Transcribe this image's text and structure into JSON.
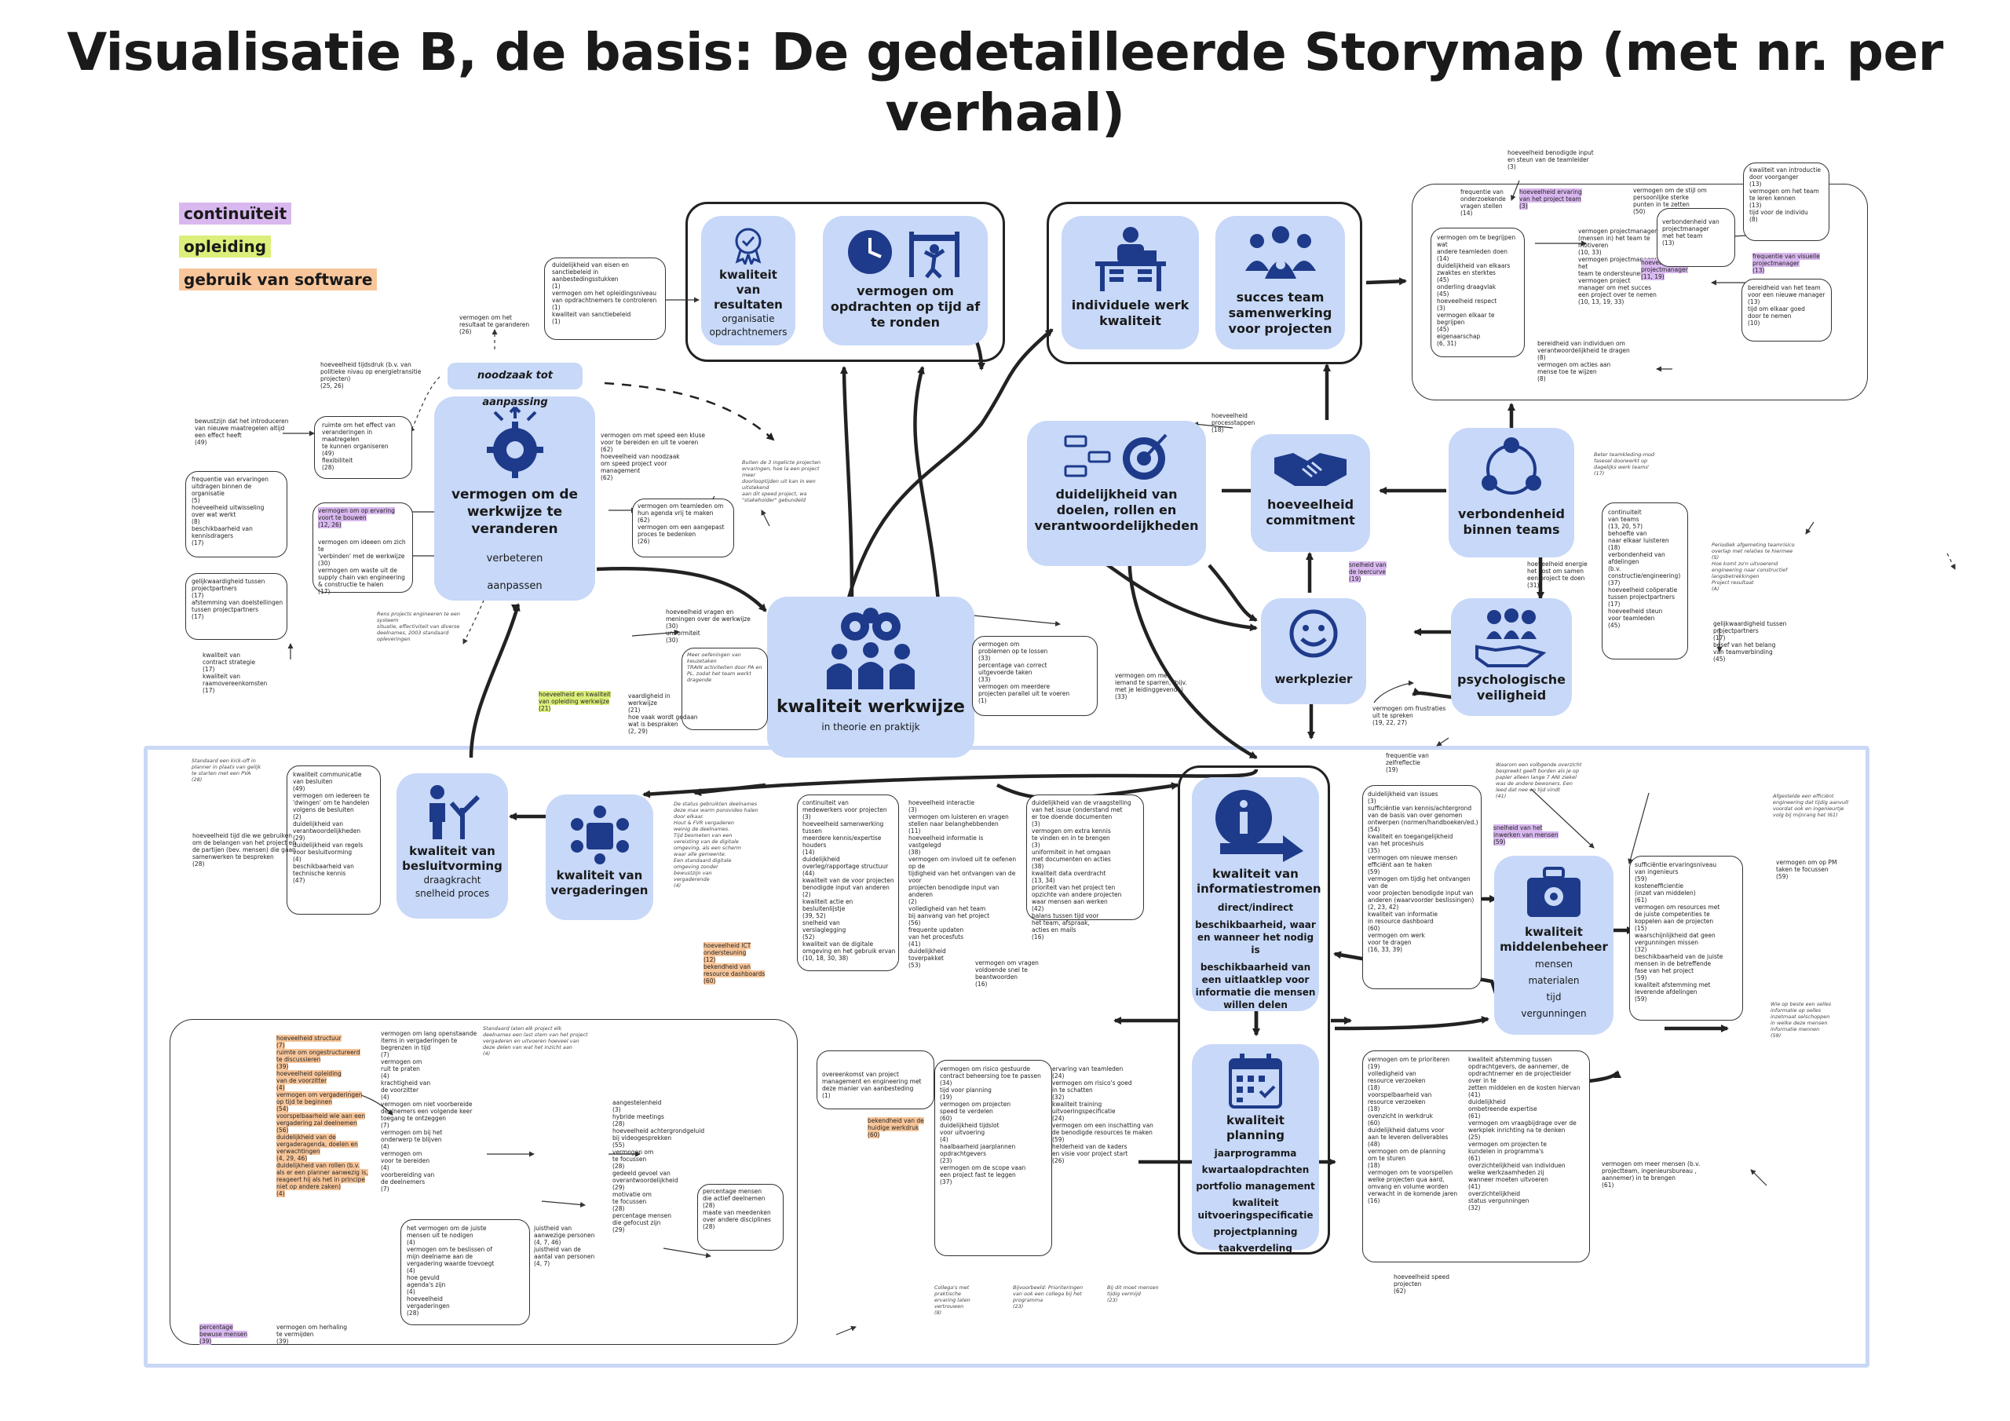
{
  "title": "Visualisatie B, de basis: De gedetailleerde Storymap (met nr. per verhaal)",
  "legend": [
    "continuïteit",
    "opleiding",
    "gebruik van software"
  ],
  "colors": {
    "hub": "#c7d8f8",
    "icon": "#1e3a8a",
    "continuiteit": "#d9b8ef",
    "opleiding": "#dcef7a",
    "software": "#f8c69a",
    "panel": "#c9d8f5"
  },
  "hubs": {
    "resultaten": {
      "title": "kwaliteit van resultaten",
      "sub": [
        "organisatie",
        "opdrachtnemers"
      ]
    },
    "optijd": {
      "title": "vermogen om opdrachten op tijd af te ronden"
    },
    "individueel": {
      "title": "individuele werk kwaliteit"
    },
    "teamsucces": {
      "title": "succes team samenwerking voor projecten"
    },
    "veranderen": {
      "title": "vermogen om de werkwijze te veranderen",
      "sub": [
        "verbeteren",
        "aanpassen"
      ]
    },
    "doelen": {
      "title": "duidelijkheid van doelen, rollen en verantwoordelijkheden"
    },
    "commitment": {
      "title": "hoeveelheid commitment"
    },
    "verbondenheid": {
      "title": "verbondenheid binnen teams"
    },
    "werkplezier": {
      "title": "werkplezier"
    },
    "veiligheid": {
      "title": "psychologische veiligheid"
    },
    "werkwijze": {
      "title": "kwaliteit werkwijze",
      "sub": [
        "in theorie en praktijk"
      ]
    },
    "besluit": {
      "title": "kwaliteit van besluitvorming",
      "sub": [
        "draagkracht",
        "snelheid proces"
      ]
    },
    "vergaderingen": {
      "title": "kwaliteit van vergaderingen"
    },
    "info": {
      "title": "kwaliteit van informatiestromen",
      "sub": [
        "direct/indirect",
        "beschikbaarheid, waar en wanneer het nodig is",
        "beschikbaarheid van een uitlaatklep voor informatie die mensen willen delen"
      ]
    },
    "middelen": {
      "title": "kwaliteit middelenbeheer",
      "sub": [
        "mensen",
        "materialen",
        "tijd",
        "vergunningen"
      ]
    },
    "planning": {
      "title": "kwaliteit planning",
      "sub": [
        "jaarprogramma",
        "kwartaalopdrachten",
        "portfolio management",
        "kwaliteit uitvoeringspecificatie",
        "projectplanning",
        "taakverdeling"
      ]
    }
  },
  "notes": {
    "noodzaak": "noodzaak tot aanpassing",
    "resultaatGaranderen": "vermogen om het\nresultaat te garanderen\n(26)",
    "tijdsdruk": "hoeveelheid tijdsdruk (b.v. van\npolitieke nivau op energietransitie\nprojecten)\n(25, 26)",
    "sanctie": "duidelijkheid van eisen en\nsanctiebeleid in aanbestedingsstukken\n(1)\nvermogen om het opleidingsniveau\nvan opdrachtnemers te controleren\n(1)\nkwaliteit van sanctiebeleid\n(1)",
    "bewustzijn": "bewustzijn dat het introduceren\nvan nieuwe maatregelen altijd\neen effect heeft\n(49)",
    "ruimte": "ruimte om het effect van\nveranderingen in maatregelen\nte kunnen organiseren\n(49)\nflexibiliteit\n(28)",
    "frequentie": "frequentie van ervaringen\nuitdragen binnen de organisatie\n(5)\nhoeveelheid uitwisseling\nover wat werkt\n(8)\nbeschikbaarheid van\nkennisdragers\n(17)",
    "gelijkwaardig": "gelijkwaardigheid tussen\nprojectpartners\n(17)\nafstemming van doelstellingen\ntussen projectpartners\n(17)",
    "contract": "kwaliteit van\ncontract strategie\n(17)\nkwaliteit van\nraamovereenkomsten\n(17)",
    "ervaringBouwen": "vermogen om op ervaring\nvoort te bouwen\n(12, 26)",
    "ideeen": "vermogen om ideeen om zich te\n'verbinden' met de werkwijze\n(30)\nvermogen om waste uit de\nsupply chain van engineering\n& constructie te halen\n(17)",
    "speed": "vermogen om met speed een kluse\nvoor te bereiden en uit te voeren\n(62)\nhoeveelheid van noodzaak\nom speed project voor\nmanagement\n(62)",
    "teamleden": "vermogen om teamleden om\nhun agenda vrij te maken\n(62)\nvermogen om een aangepast\nproces te bedenken\n(26)",
    "vragen": "hoeveelheid vragen en\nmeningen over de werkwijze\n(30)\nuniformiteit\n(30)",
    "vaardigheid": "vaardigheid in\nwerkwijze\n(21)\nhoe vaak wordt gedaan\nwat is bespraken\n(2, 29)",
    "opleidingWerkwijze": "hoeveelheid en kwaliteit\nvan opleiding werkwijze\n(21)",
    "problemen": "vermogen om\nproblemen op te lossen\n(33)\npercentage van correct\nuitgevoerde taken\n(33)\nvermogen om meerdere\nprojecten parallel uit te voeren\n(1)",
    "leiding": "vermogen om met\niemand te sparren, (bijv.\nmet je leidinggevende)\n(33)",
    "processtappen": "hoeveelheid\nprocesstappen\n(18)",
    "leerruimte": "snelheid van\nde leercurve\n(19)",
    "frustraties": "vermogen om frustraties\nuit te spreken\n(19, 22, 27)",
    "zelfreflectie": "frequentie van\nzelfreflectie\n(19)",
    "teamTop": "frequentie van\nonderzoekende\nvragen stellen\n(14)",
    "teamTopB": "hoeveelheid benodigde input\nen steun van de teamleider\n(3)",
    "projectteam": "hoeveelheid ervaring\nvan het project team\n(3)",
    "stijl": "vermogen om de stijl om\npersoonlijke sterke\npunten in te zetten\n(50)",
    "begrijpen": "vermogen om te begrijpen wat\nandere teamleden doen\n(14)\nduidelijkheid van elkaars\nzwaktes en sterktes\n(45)\nonderling draagvlak\n(45)\nhoeveelheid respect\n(3)\nvermogen elkaar te begrijpen\n(45)\neigenaarschap\n(6, 31)",
    "motiveren": "vermogen projectmanager om\n(mensen in) het team te motiveren\n(10, 33)\nvermogen projectmanager om het\nteam te ondersteunen\nvermogen project\nmanager om met succes\neen project over te nemen\n(10, 13, 19, 33)",
    "pmErvaring": "hoeveelheid ervaring\nprojectmanager\n(11, 19)",
    "verbondenheidPM": "verbondenheid van\nprojectmanager\nmet het team\n(13)",
    "verantwoordelijk": "bereidheid van individuen om\nverantwoordelijkheid te dragen\n(8)\nvermogen om acties aan\nmense toe te wijzen\n(8)",
    "introductie": "kwaliteit van introductie\ndoor voorganger\n(13)\nvermogen om het team\nte leren kennen\n(13)\ntijd voor de individu\n(8)",
    "visuele": "frequentie van visuelle\nprojectmanager\n(13)",
    "bereidheid": "bereidheid van het team\nvoor een nieuwe manager\n(13)\ntijd om elkaar goed\ndoor te nemen\n(10)",
    "continuteams": "continuiteit\nvan teams\n(13, 20, 57)\nbehoefte van\nnaar elkaar luisteren\n(18)\nverbondenheid van afdelingen\n(b.v. constructie/engineering)\n(37)\nhoeveelheid coöperatie\ntussen projectpartners\n(17)\nhoeveelheid steun\nvoor teamleden\n(45)",
    "energie": "hoeveelheid energie\nhet kost om samen\neen project te doen\n(31)",
    "gelijkwaardig2": "gelijkwaardigheid tussen\nprojectpartners\n(17)\nbesef van het belang\nvan teamverbinding\n(45)",
    "besluitNote": "kwaliteit communicatie\nvan besluiten\n(49)\nvermogen om iedereen te\n'dwingen' om te handelen\nvolgens de besluiten\n(2)\nduidelijkheid van\nverantwoordelijkheden\n(29)\nduidelijkheid van regels\nvoor besluitvorming\n(4)\nbeschikbaarheid van\ntechnische kennis\n(47)",
    "omgeving": "hoeveelheid tijd die we gebruiken\nom de belangen van het project en\nde partijen (bev. mensen) die gaan\nsamenwerken te bespreken\n(28)",
    "middenA": "continuiteit van\nmedewerkers voor projecten\n(3)\nhoeveelheid samenwerking tussen\nmeerdere kennis/expertise houders\n(14)\nduidelijkheid\noverleg/rapportage structuur\n(44)\nkwaliteit van de voor projecten\nbenodigde input van anderen\n(2)\nkwaliteit actie en besluitenlijstje\n(39, 52)\nsnelheid van\nverslaglegging\n(52)\nkwaliteit van de digitale\nomgeving en het gebruik ervan\n(10, 18, 30, 38)",
    "middenB": "hoeveelheid interactie\n(3)\nvermogen om luisteren en vragen\nstellen naar belanghebbenden\n(11)\nhoeveelheid informatie is\nvastgelegd\n(38)\nvermogen om invloed uit te oefenen op de\ntijdigheid van het ontvangen van de voor\nprojecten benodigde input van anderen\n(2)\nvolledigheid van het team\nbij aanvang van het project\n(56)\nfrequente updaten\nvan het procesfuts\n(41)\nduidelijkheid\ntoverpakket\n(53)",
    "middenC": "duidelijkheid van de vraagstelling\nvan het issue (onderstand met\ner toe doende documenten\n(3)\nvermogen om extra kennis\nte vinden en in te brengen\n(3)\nuniformiteit in het omgaan\nmet documenten en acties\n(38)\nkwaliteit data overdracht\n(13, 34)\nprioriteit van het project ten\nopzichte van andere projecten\nwaar mensen aan werken\n(42)\nbalans tussen tijd voor\nhet team, afspraak,\nacties en mails\n(16)",
    "vergaderOpdracht": "vermogen om vragen\nvoldoende snel te\nbeantwoorden\n(16)",
    "ict": "hoeveelheid ICT\nondersteuning\n(12)\nbekendheid van\nresource dashboards\n(60)",
    "issues": "duidelijkheid van issues\n(3)\nsufficiëntie van kennis/achtergrond\nvan de basis van over genomen\nontwerpen (normen/handboeken/ed.)\n(54)\nkwaliteit en toegangelijkheid\nvan het proceshuis\n(35)\nvermogen om nieuwe mensen\nefficiënt aan te haken\n(59)\nvermogen om tijdig het ontvangen van de\nvoor projecten benodigde input van\nanderen (waarvoorder beslissingen)\n(2, 23, 42)\nkwaliteit van informatie\nin resource dashboard\n(60)\nvermogen om werk\nvoor te dragen\n(16, 33, 39)",
    "nieuweMensen": "snelheid van het\ninwerken van mensen\n(59)",
    "ervaring": "sufficiëntie ervaringsniveau\nvan ingenieurs\n(59)\nkostenefficientie\n(inzet van middelen)\n(61)\nvermogen om resources met\nde juiste competenties te\nkoppelen aan de projecten\n(15)\nwaarschijnlijkheid dat geen\nvergunningen missen\n(32)\nbeschikbaarheid van de juiste\nmensen in de betreffende\nfase van het project\n(59)\nkwaliteit afstemming met\nleverende afdelingen\n(59)",
    "pmTaken": "vermogen om op PM\ntaken te focussen\n(59)",
    "vergaderLinks": "hoeveelheid structuur\n(7)\nruimte om ongestructureerd\nte discussieren\n(39)\nhoeveelheid opleiding\nvan de voorzitter\n(4)\nvermogen om vergaderingen\nop tijd te beginnen\n(54)\nvoorspelbaarheid wie aan een\nvergadering zal deelnemen\n(56)\nduidelijkheid van de\nvergaderagenda, doelen en\nverwachtingen\n(4, 29, 46)\nduidelijkheid van rollen (b.v.\nals er een planner aanwezig is,\nreageert hij als het in principe\nniet op andere zaken)\n(4)",
    "vergaderMidden": "vermogen om lang openstaande\nitems in vergaderingen te\nbegrenzen in tijd\n(7)\nvermogen om\nruit te praten\n(4)\nkrachtigheid van\nde voorzitter\n(4)\nvermogen om niet voorbereide\ndeelnemers een volgende keer\ntoegang te ontzeggen\n(7)\nvermogen om bij het\nonderwerp te blijven\n(4)\nvermogen om\nvoor te bereiden\n(4)\nvoorbereiding van\nde deelnemers\n(7)",
    "vergaderRechts": "aangestelenheid\n(3)\nhybride meetings\n(28)\nhoeveelheid achtergrondgeluid\nbij videogesprekken\n(55)\nvermogen om\nte focussen\n(28)\ngedeeld gevoel van\noverantwoordelijkheid\n(29)\nmotivatie om\nte focussen\n(28)\npercentage mensen\ndie gefocust zijn\n(29)",
    "vergaderAanwezig": "percentage mensen\ndie actief deelnemen\n(28)\nmaate van meedenken\nover andere disciplines\n(28)",
    "juisteMensen": "het vermogen om de juiste\nmensen uit te nodigen\n(4)\nvermogen om te beslissen of\nmijn deelname aan de\nvergadering waarde toevoegt\n(4)\nhoe gevuld\nagenda's zijn\n(4)\nhoeveelheid\nvergaderingen\n(28)",
    "juistheid": "juistheid van\naanwezige personen\n(4, 7, 46)\njuistheid van de\naantal van personen\n(4, 7)",
    "percentageBewust": "percentage\nbewuse mensen\n(39)",
    "vergaderHerhaling": "vermogen om herhaling\nte vermijden\n(39)",
    "planningNote": "vermogen om risico gestuurde\ncontract beheersing toe te passen\n(34)\ntijd voor planning\n(19)\nvermogen om projecten\nspeed te verdelen\n(60)\nduidelijkheid tijdslot\nvoor uitvoering\n(4)\nhaalbaarheid jaarplannen\nopdrachtgevers\n(23)\nvermogen om de scope vaan\neen project fast te leggen\n(37)",
    "planningNoteB": "ervaring van teamleden\n(24)\nvermogen om risico's goed\nin te schatten\n(32)\nkwaliteit training\nuitvoeringspecificatie\n(24)\nvermogen om een inschatting van\nde benodigde resources te maken\n(59)\nhelderheid van de kaders\nen visie voor project start\n(26)",
    "managementRisico": "overeenkomst van project\nmanagement en engineering met\ndeze manier van aanbesteding\n(1)",
    "huidigeWerkdruk": "bekendheid van de\nhuidige werkdruk\n(60)",
    "planRechts": "vermogen om te prioriteren\n(19)\nvolledigheid van\nresource verzoeken\n(18)\nvoorspelbaarheid van\nresource verzoeken\n(18)\novenzicht in werkdruk\n(60)\nduidelijkheid datums voor\naan te leveren deliverables\n(48)\nvermogen om de planning\nom te sturen\n(18)\nvermogen om te voorspellen\nwelke projecten qua aard,\nomvang en volume worden\nverwacht in de komende jaren\n(16)",
    "planRechtsB": "kwaliteit afstemming tussen\nopdrachtgevers, de aannemer, de\nopdrachtnemer en de projectleider over in te\nzetten middelen en de kosten hiervan\n(41)\nduidelijkheid\nombetreende expertise\n(61)\nvermogen om vraagbijdrage over de\nwerkplek inrichting na te denken\n(25)\nvermogen om projecten te\nkundelen in programma's\n(61)\noverzichtelijkheid van individuen\nwelke werkzaamheden zij\nwanneer moeten uitvoeren\n(41)\noverzichtelijkheid\nstatus vergunningen\n(32)",
    "meerMensen": "vermogen om meer mensen (b.v.\nprojectteam, ingenieursbureau ,\naannemer) in te brengen\n(61)",
    "projectSnelheid": "hoeveelheid speed\nprojecten\n(62)"
  }
}
